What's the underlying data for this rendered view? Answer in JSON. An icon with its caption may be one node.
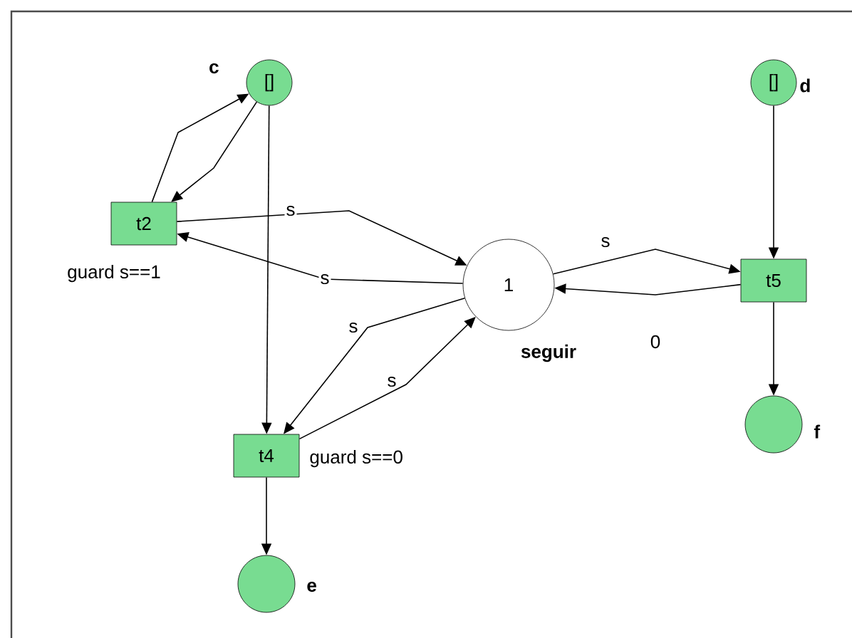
{
  "diagram": {
    "nodes": [
      {
        "text": [
          "[]"
        ],
        "beside": [
          "c"
        ]
      },
      {
        "text": [
          "[]"
        ],
        "beside": [
          "d"
        ]
      },
      {
        "text": [
          "t2"
        ],
        "beside": [
          "guard s==1"
        ]
      },
      {
        "text": [
          "1"
        ],
        "beside": [
          "seguir"
        ]
      },
      {
        "text": [
          "t5"
        ]
      },
      {
        "text": [
          "t4"
        ],
        "beside": [
          "guard s==0"
        ]
      },
      {
        "text": [],
        "shape": "circle",
        "beside": [
          "f"
        ]
      },
      {
        "text": [],
        "shape": "circle",
        "beside": [
          "e"
        ]
      }
    ],
    "edges": [
      {
        "from": 2,
        "to": 0,
        "arrow": "to"
      },
      {
        "from": 0,
        "to": 2,
        "arrow": "to"
      },
      {
        "from": 0,
        "to": 5,
        "arrow": "to"
      },
      {
        "from": 2,
        "to": 3,
        "arrow": "to",
        "label": "s"
      },
      {
        "from": 3,
        "to": 2,
        "arrow": "to",
        "label": "s"
      },
      {
        "from": 3,
        "to": 5,
        "arrow": "to",
        "label": "s"
      },
      {
        "from": 5,
        "to": 3,
        "arrow": "to",
        "label": "s"
      },
      {
        "from": 3,
        "to": 4,
        "arrow": "to",
        "label": "s"
      },
      {
        "from": 4,
        "to": 3,
        "arrow": "to",
        "label": "0"
      },
      {
        "from": 1,
        "to": 4,
        "arrow": "to"
      },
      {
        "from": 4,
        "to": 6,
        "arrow": "to"
      },
      {
        "from": 5,
        "to": 7,
        "arrow": "to"
      }
    ]
  }
}
